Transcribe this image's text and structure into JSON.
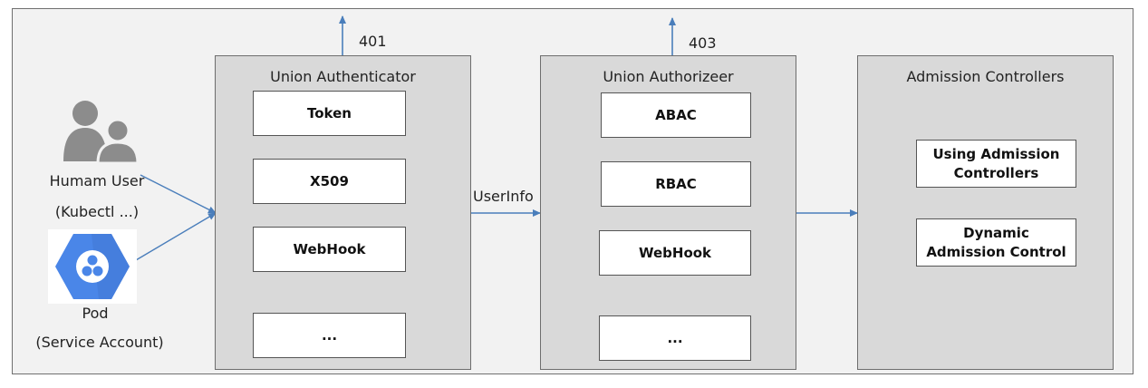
{
  "status_codes": {
    "authn": "401",
    "authz": "403"
  },
  "clients": {
    "human": {
      "label": "Humam User",
      "sublabel": "(Kubectl ...)",
      "icon": "users-icon"
    },
    "pod": {
      "label": "Pod",
      "sublabel": "(Service Account)",
      "icon": "kubernetes-pod-icon"
    }
  },
  "authenticator": {
    "title": "Union Authenticator",
    "items": [
      "Token",
      "X509",
      "WebHook",
      "..."
    ]
  },
  "userinfo_label": "UserInfo",
  "authorizer": {
    "title": "Union Authorizeer",
    "items": [
      "ABAC",
      "RBAC",
      "WebHook",
      "..."
    ]
  },
  "admission": {
    "title": "Admission Controllers",
    "item1": {
      "line1": "Using Admission",
      "line2": "Controllers"
    },
    "item2": {
      "line1": "Dynamic",
      "line2": "Admission Control"
    }
  },
  "colors": {
    "arrow": "#4a7ebb",
    "panel": "#d9d9d9",
    "frame": "#f2f2f2",
    "icon_gray": "#8c8c8c",
    "pod_blue": "#4a86e8"
  }
}
